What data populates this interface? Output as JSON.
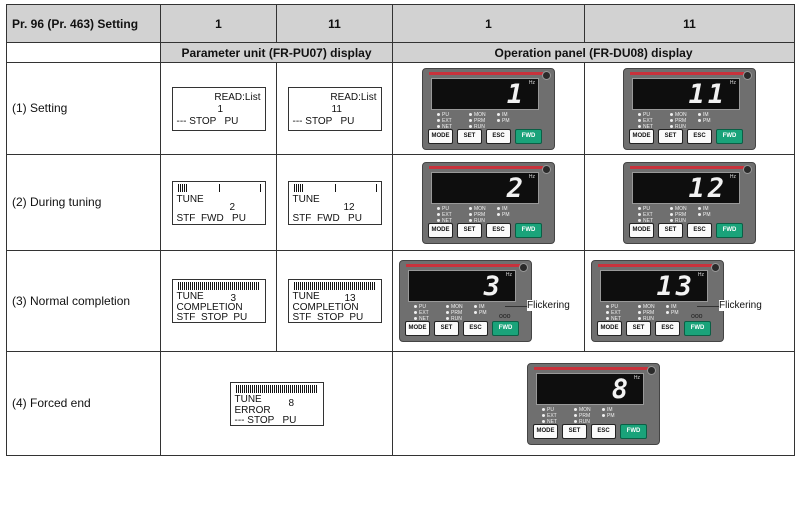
{
  "header": {
    "label": "Pr. 96 (Pr. 463) Setting",
    "col1": "1",
    "col2": "11",
    "col3": "1",
    "col4": "11"
  },
  "subheader": {
    "parameter_unit": "Parameter unit (FR-PU07) display",
    "operation_panel": "Operation panel (FR-DU08) display"
  },
  "rows": [
    {
      "label": "(1) Setting",
      "pu_a": {
        "line1": "READ:List",
        "line2": "1",
        "line3": "--- STOP   PU"
      },
      "pu_b": {
        "line1": "READ:List",
        "line2": "11",
        "line3": "--- STOP   PU"
      },
      "op_a": "1",
      "op_b": "11"
    },
    {
      "label": "(2) During tuning",
      "pu_a": {
        "line1": "TUNE",
        "line2": "2",
        "line3": "STF  FWD   PU"
      },
      "pu_b": {
        "line1": "TUNE",
        "line2": "12",
        "line3": "STF  FWD   PU"
      },
      "op_a": "2",
      "op_b": "12"
    },
    {
      "label": "(3) Normal completion",
      "pu_a": {
        "line1": "TUNE",
        "line2": "3",
        "line3": "COMPLETION",
        "line4": "STF  STOP  PU"
      },
      "pu_b": {
        "line1": "TUNE",
        "line2": "13",
        "line3": "COMPLETION",
        "line4": "STF  STOP  PU"
      },
      "op_a": "3",
      "op_b": "13",
      "flickering": "Flickering"
    },
    {
      "label": "(4) Forced end",
      "pu": {
        "line1": "TUNE",
        "line2": "8",
        "line3": "ERROR",
        "line4": "--- STOP   PU"
      },
      "op": "8"
    }
  ],
  "panel": {
    "hz": "Hz",
    "led_pu": "PU",
    "led_ext": "EXT",
    "led_net": "NET",
    "led_mon": "MON",
    "led_prm": "PRM",
    "led_run": "RUN",
    "led_im": "IM",
    "led_pm": "PM",
    "btn_mode": "MODE",
    "btn_set": "SET",
    "btn_esc": "ESC",
    "btn_fwd": "FWD"
  }
}
